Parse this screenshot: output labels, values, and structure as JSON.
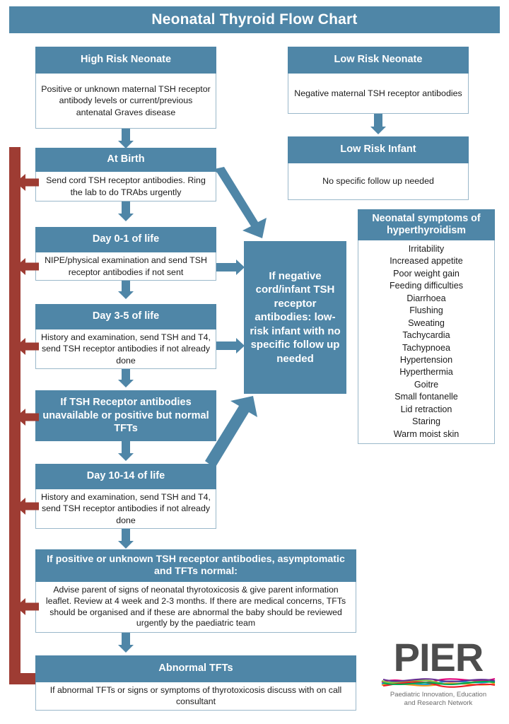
{
  "title": "Neonatal Thyroid Flow Chart",
  "colors": {
    "blue": "#4f86a7",
    "red": "#9e3c33",
    "box_border": "#9ab8ca",
    "text_dark": "#1b1b1b",
    "logo_gray": "#4d4d4d"
  },
  "nodes": {
    "high_risk_neonate": {
      "header": "High Risk Neonate",
      "body": "Positive or unknown maternal TSH receptor antibody levels or current/previous antenatal Graves disease"
    },
    "low_risk_neonate": {
      "header": "Low Risk Neonate",
      "body": "Negative maternal TSH receptor antibodies"
    },
    "low_risk_infant": {
      "header": "Low Risk Infant",
      "body": "No specific follow up needed"
    },
    "at_birth": {
      "header": "At Birth",
      "body": "Send cord TSH receptor antibodies. Ring the lab to do TRAbs urgently"
    },
    "day_0_1": {
      "header": "Day 0-1 of life",
      "body": "NIPE/physical examination and send TSH receptor antibodies if not sent"
    },
    "day_3_5": {
      "header": "Day 3-5 of life",
      "body": "History and examination, send TSH and T4, send TSH receptor antibodies if not already done"
    },
    "tsh_unavailable": {
      "header": "If TSH Receptor antibodies unavailable or positive but normal TFTs"
    },
    "day_10_14": {
      "header": "Day 10-14 of life",
      "body": "History and examination, send TSH and T4, send TSH receptor antibodies if not already done"
    },
    "if_positive": {
      "header": "If positive or unknown TSH receptor antibodies, asymptomatic and TFTs normal:",
      "body": "Advise parent of signs of neonatal thyrotoxicosis & give parent information leaflet. Review at 4 week and 2-3 months. If there are medical concerns, TFTs should be organised and if these are abnormal the baby should be reviewed urgently by the paediatric team"
    },
    "abnormal_tfts": {
      "header": "Abnormal TFTs",
      "body": "If abnormal TFTs or signs or symptoms of thyrotoxicosis discuss with on call consultant"
    },
    "if_negative": {
      "text": "If negative cord/infant TSH receptor antibodies: low-risk infant with no specific follow up needed"
    }
  },
  "symptoms_panel": {
    "header": "Neonatal symptoms of hyperthyroidism",
    "items": [
      "Irritability",
      "Increased appetite",
      "Poor weight gain",
      "Feeding difficulties",
      "Diarrhoea",
      "Flushing",
      "Sweating",
      "Tachycardia",
      "Tachypnoea",
      "Hypertension",
      "Hyperthermia",
      "Goitre",
      "Small fontanelle",
      "Lid retraction",
      "Staring",
      "Warm moist skin"
    ]
  },
  "logo": {
    "wordmark": "PIER",
    "tagline_line1": "Paediatric Innovation, Education",
    "tagline_line2": "and Research Network"
  }
}
